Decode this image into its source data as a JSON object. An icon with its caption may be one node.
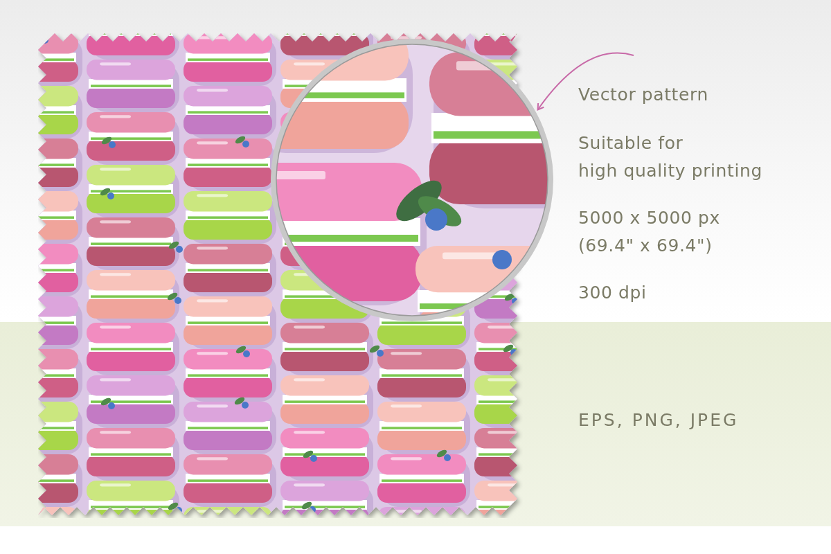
{
  "diagram": {
    "nodes": [
      {
        "text": [],
        "shape": "picture"
      },
      {
        "text": [],
        "shape": "picture"
      }
    ],
    "edges": [
      {
        "from": null,
        "to": 1,
        "arrow": "to"
      }
    ],
    "labels": [
      "Vector pattern",
      "Suitable for",
      "high quality printing",
      "5000 x 5000 px",
      "(69.4\" x 69.4\")",
      "300 dpi",
      "EPS, PNG, JPEG"
    ]
  }
}
